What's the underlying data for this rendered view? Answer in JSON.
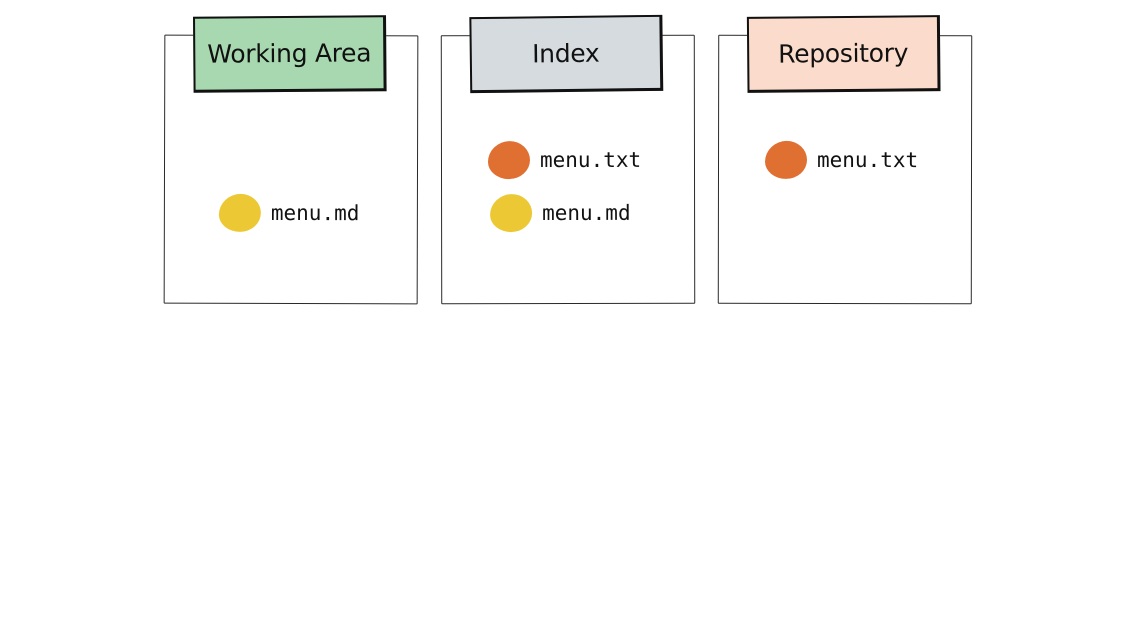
{
  "colors": {
    "working": "#a8d8b0",
    "index": "#d5dbde",
    "repository": "#fbdccc",
    "orange_dot": "#e07032",
    "yellow_dot": "#ecc934"
  },
  "panels": [
    {
      "title": "Working Area",
      "files": [
        {
          "name": "menu.md",
          "color": "#ecc934",
          "icon": "yellow-file-dot"
        }
      ]
    },
    {
      "title": "Index",
      "files": [
        {
          "name": "menu.txt",
          "color": "#e07032",
          "icon": "orange-file-dot"
        },
        {
          "name": "menu.md",
          "color": "#ecc934",
          "icon": "yellow-file-dot"
        }
      ]
    },
    {
      "title": "Repository",
      "files": [
        {
          "name": "menu.txt",
          "color": "#e07032",
          "icon": "orange-file-dot"
        }
      ]
    }
  ]
}
